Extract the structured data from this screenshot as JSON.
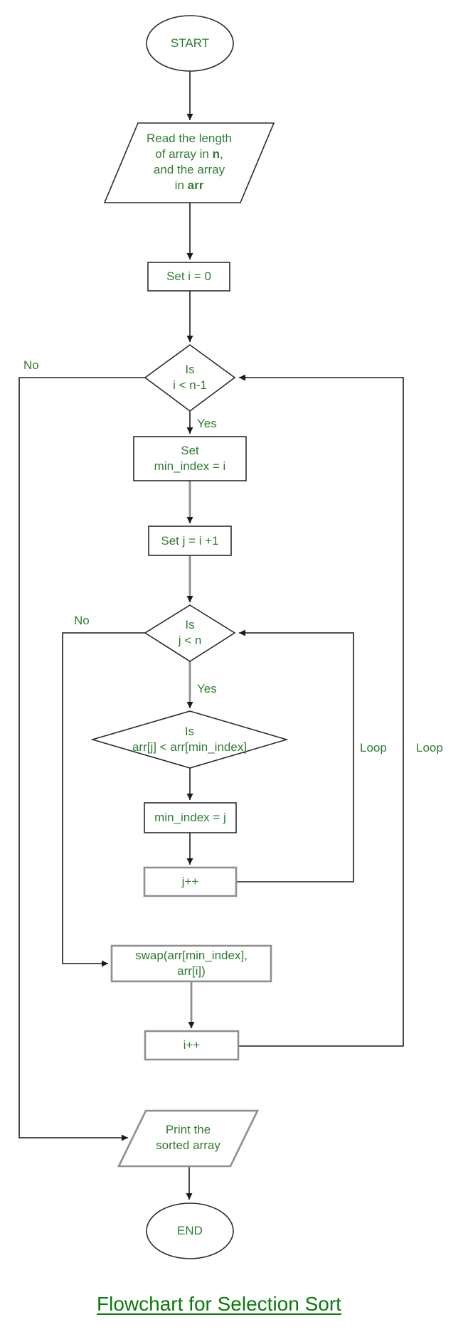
{
  "title": "Flowchart for Selection Sort",
  "colors": {
    "node_text": "#2e7d32",
    "title_text": "#0b7a0b",
    "line_black": "#1a1a1a",
    "line_gray": "#8f8f8f",
    "border_black": "#2b2b2b",
    "border_gray": "#8f8f8f",
    "bg": "#ffffff"
  },
  "nodes": {
    "start": {
      "label": "START"
    },
    "read": {
      "line1": "Read the length",
      "line2a": "of array in ",
      "line2b": "n",
      "line2c": ",",
      "line3": "and the array",
      "line4a": "in ",
      "line4b": "arr"
    },
    "set_i": {
      "label": "Set i = 0"
    },
    "cond_i": {
      "line1": "Is",
      "line2": "i < n-1"
    },
    "set_min_index": {
      "line1": "Set",
      "line2": "min_index = i"
    },
    "set_j": {
      "label": "Set j = i +1"
    },
    "cond_j": {
      "line1": "Is",
      "line2": "j < n"
    },
    "cond_arr": {
      "line1": "Is",
      "line2": "arr[j] < arr[min_index]"
    },
    "assign_min": {
      "label": "min_index = j"
    },
    "incr_j": {
      "label": "j++"
    },
    "swap": {
      "line1": "swap(arr[min_index],",
      "line2": "arr[i])"
    },
    "incr_i": {
      "label": "i++"
    },
    "print": {
      "line1": "Print the",
      "line2": "sorted array"
    },
    "end": {
      "label": "END"
    }
  },
  "edge_labels": {
    "outer_no": "No",
    "outer_yes": "Yes",
    "inner_no": "No",
    "inner_yes": "Yes",
    "inner_loop": "Loop",
    "outer_loop": "Loop"
  }
}
